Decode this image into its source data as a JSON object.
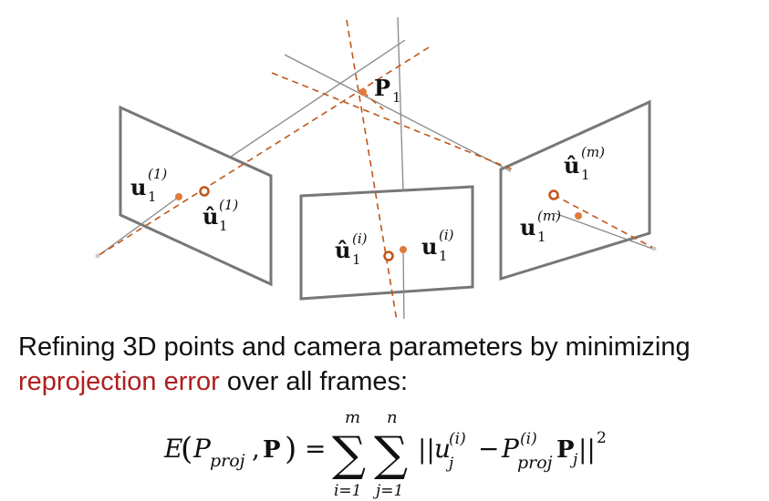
{
  "diagram": {
    "point_label": "P",
    "point_sub": "1",
    "left": {
      "obs_label": "u",
      "obs_sub": "1",
      "obs_sup": "(1)",
      "proj_label": "û",
      "proj_sub": "1",
      "proj_sup": "(1)"
    },
    "middle": {
      "obs_label": "u",
      "obs_sub": "1",
      "obs_sup": "(i)",
      "proj_label": "û",
      "proj_sub": "1",
      "proj_sup": "(i)"
    },
    "right": {
      "obs_label": "u",
      "obs_sub": "1",
      "obs_sup": "(m)",
      "proj_label": "û",
      "proj_sub": "1",
      "proj_sup": "(m)"
    },
    "colors": {
      "plane": "#777777",
      "ray": "#888888",
      "projection": "#c0561a",
      "observed": "#e07a3a"
    }
  },
  "caption": {
    "line1": "Refining 3D points and camera parameters by minimizing",
    "highlight": "reprojection error",
    "line2_rest": " over all frames:",
    "highlight_color": "#b01e1e"
  },
  "formula": {
    "lhs_E": "E",
    "lhs_open": "(",
    "lhs_P": "P",
    "lhs_P_sub": "proj",
    "lhs_comma": ",",
    "lhs_bold_P": "P",
    "lhs_close": ")",
    "equals": "=",
    "sigma": "∑",
    "sum1_upper": "m",
    "sum1_lower": "i=1",
    "sum2_upper": "n",
    "sum2_lower": "j=1",
    "norm_open": "||",
    "u": "u",
    "u_sub": "j",
    "u_sup": "(i)",
    "minus": "−",
    "P2": "P",
    "P2_sub": "proj",
    "P2_sup": "(i)",
    "Pj": "P",
    "Pj_sub": "j",
    "norm_close": "||",
    "power": "2"
  }
}
